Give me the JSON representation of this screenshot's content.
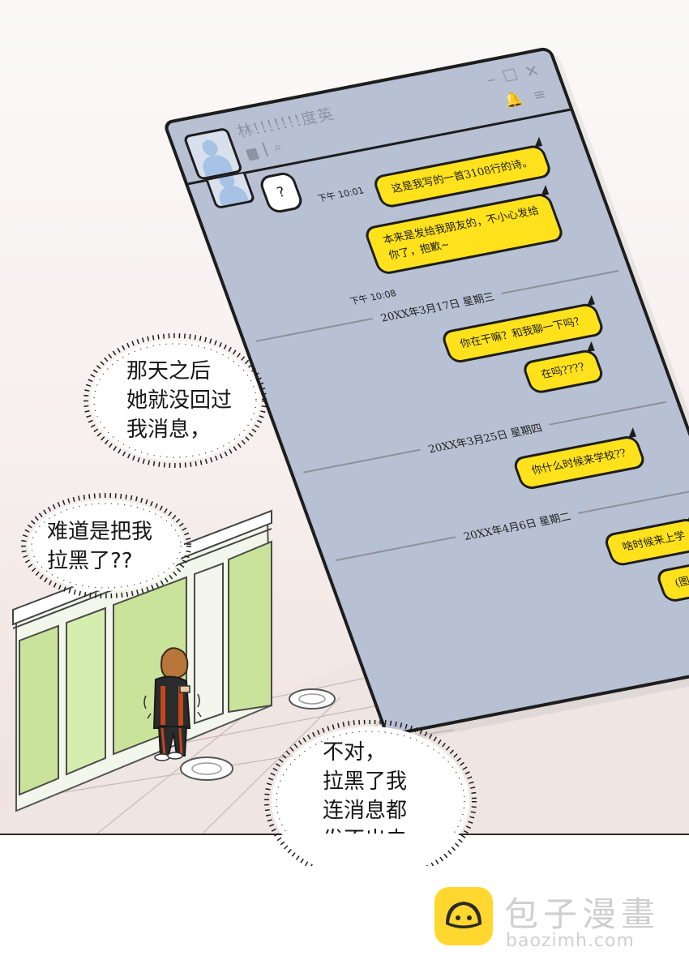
{
  "chat": {
    "contact_name": "林!!!!!!!度英",
    "messages": {
      "question": "?",
      "time_1": "下午 10:01",
      "poem": "这是我写的一首3108行的诗。",
      "apology_line1": "本来是发给我朋友的，不小心发给",
      "apology_line2": "你了，抱歉~",
      "time_2": "下午 10:08",
      "date_1": "20XX年3月17日 星期三",
      "ask_chat": "你在干嘛？和我聊一下吗？",
      "are_you_there": "在吗????",
      "date_2": "20XX年3月25日 星期四",
      "when_school": "你什么时候来学校??",
      "date_3": "20XX年4月6日 星期二",
      "when_class": "啥时候来上学",
      "picture": "(图片"
    }
  },
  "narration": {
    "bubble_1": "那天之后\n她就没回过\n我消息，",
    "bubble_2": "难道是把我\n拉黑了??",
    "bubble_3": "不对，\n拉黑了我\n连消息都\n发不出去。"
  },
  "watermark": {
    "title": "包子漫畫",
    "url": "baozimh.com"
  },
  "colors": {
    "chat_bg": "#b7c1d3",
    "bubble_yellow": "#ffe21c",
    "stall_green": "#c9e39a",
    "watermark_yellow": "#ffd72e"
  }
}
